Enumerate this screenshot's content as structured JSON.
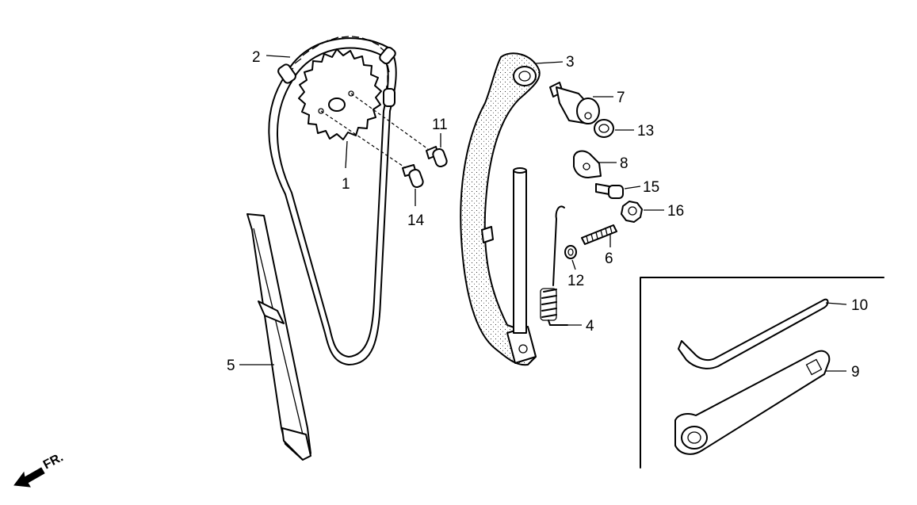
{
  "callouts": [
    {
      "id": "1",
      "label": "1"
    },
    {
      "id": "2",
      "label": "2"
    },
    {
      "id": "3",
      "label": "3"
    },
    {
      "id": "4",
      "label": "4"
    },
    {
      "id": "5",
      "label": "5"
    },
    {
      "id": "6",
      "label": "6"
    },
    {
      "id": "7",
      "label": "7"
    },
    {
      "id": "8",
      "label": "8"
    },
    {
      "id": "9",
      "label": "9"
    },
    {
      "id": "10",
      "label": "10"
    },
    {
      "id": "11",
      "label": "11"
    },
    {
      "id": "12",
      "label": "12"
    },
    {
      "id": "13",
      "label": "13"
    },
    {
      "id": "14",
      "label": "14"
    },
    {
      "id": "15",
      "label": "15"
    },
    {
      "id": "16",
      "label": "16"
    }
  ],
  "direction_marker": {
    "label": "FR.",
    "icon": "front-direction-arrow-icon"
  }
}
